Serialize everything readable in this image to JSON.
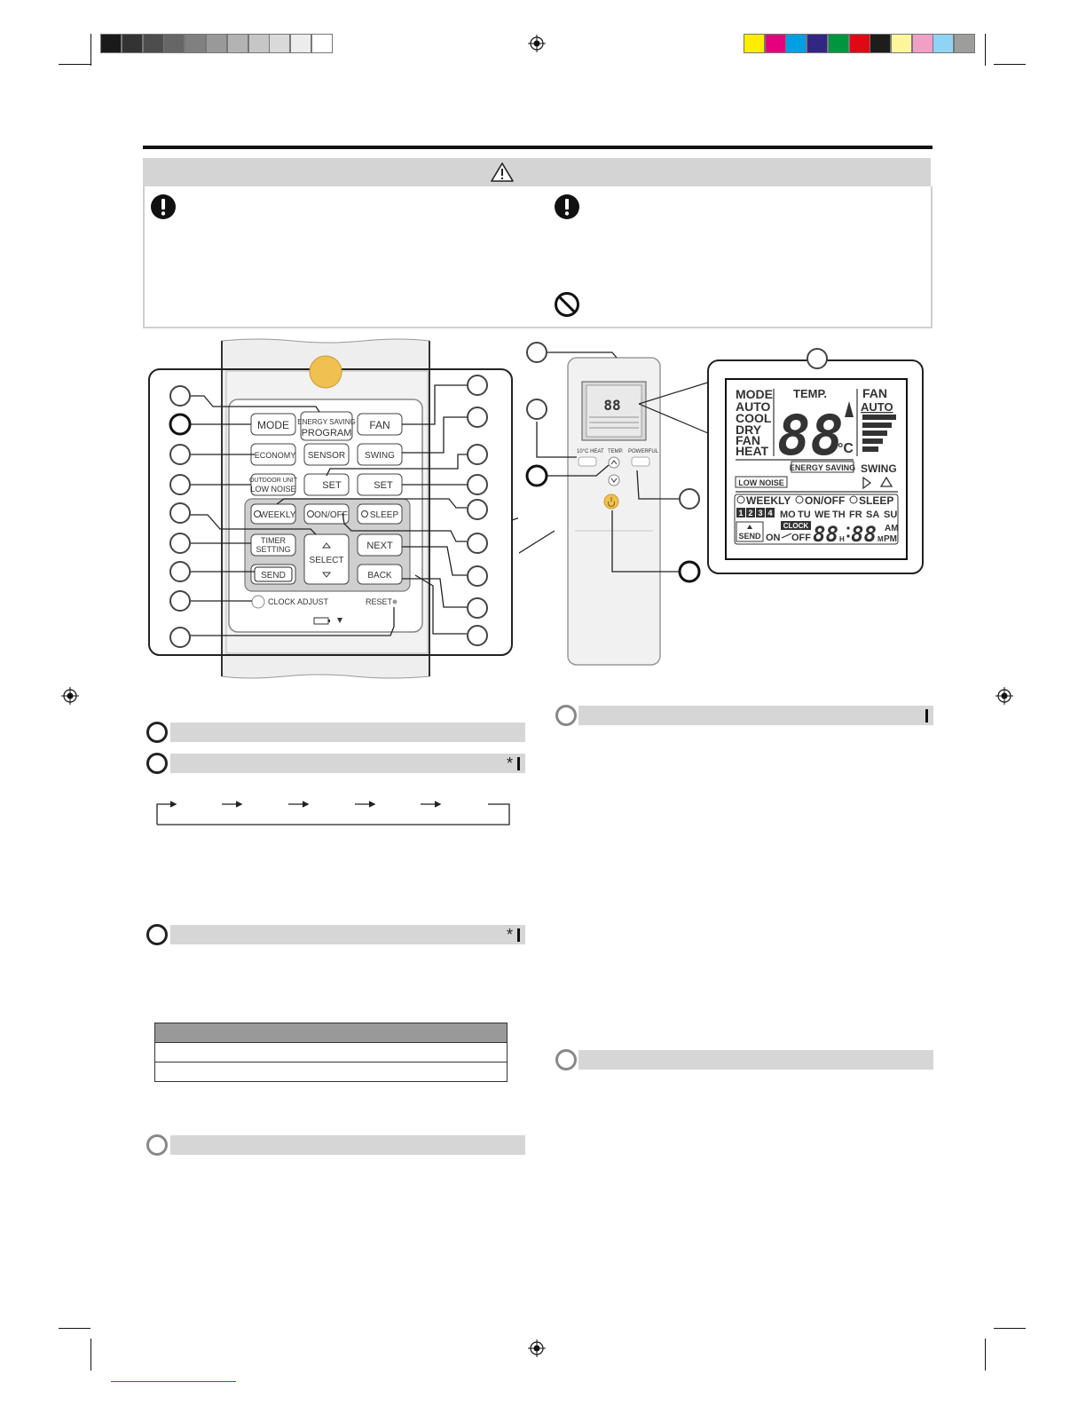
{
  "colors": {
    "grayscale": [
      "#1a1a1a",
      "#333333",
      "#4d4d4d",
      "#666666",
      "#808080",
      "#999999",
      "#b3b3b3",
      "#c6c6c6",
      "#d9d9d9",
      "#ececec",
      "#ffffff"
    ],
    "process": [
      "#ffed00",
      "#e6007e",
      "#009fe3",
      "#312783",
      "#00963f",
      "#e30613",
      "#1d1d1b",
      "#fff59b",
      "#f29fc5",
      "#8fd3f5",
      "#9d9d9c"
    ]
  },
  "remote": {
    "buttons": {
      "mode": "MODE",
      "energy_saving": "ENERGY SAVING",
      "program": "PROGRAM",
      "fan": "FAN",
      "economy": "ECONOMY",
      "sensor": "SENSOR",
      "swing": "SWING",
      "outdoor_unit": "OUTDOOR UNIT",
      "low_noise": "LOW NOISE",
      "set_left": "SET",
      "set_right": "SET",
      "weekly": "WEEKLY",
      "on_off": "ON/OFF",
      "sleep": "SLEEP",
      "timer": "TIMER",
      "setting": "SETTING",
      "select": "SELECT",
      "next": "NEXT",
      "send": "SEND",
      "back": "BACK",
      "clock_adjust": "CLOCK ADJUST",
      "reset": "RESET"
    },
    "side": {
      "heat_label": "10°C HEAT",
      "temp_label": "TEMP.",
      "powerful_label": "POWERFUL"
    }
  },
  "lcd": {
    "modes": [
      "MODE",
      "AUTO",
      "COOL",
      "DRY",
      "FAN",
      "HEAT"
    ],
    "temp_title": "TEMP.",
    "temp_digits": "88",
    "unit": "°C",
    "fan_title": "FAN",
    "fan_auto": "AUTO",
    "energy_saving": "ENERGY SAVING",
    "swing": "SWING",
    "low_noise": "LOW NOISE",
    "weekly": "WEEKLY",
    "on_off": "ON/OFF",
    "sleep": "SLEEP",
    "programs": [
      "1",
      "2",
      "3",
      "4"
    ],
    "days": [
      "MO",
      "TU",
      "WE",
      "TH",
      "FR",
      "SA",
      "SU"
    ],
    "send": "SEND",
    "clock": "CLOCK",
    "on": "ON",
    "off": "OFF",
    "hour_digits": "88",
    "h_mark": "H",
    "minute_digits": "88",
    "m_mark": "M",
    "am": "AM",
    "pm": "PM"
  },
  "sections": {
    "asterisk": "*"
  }
}
